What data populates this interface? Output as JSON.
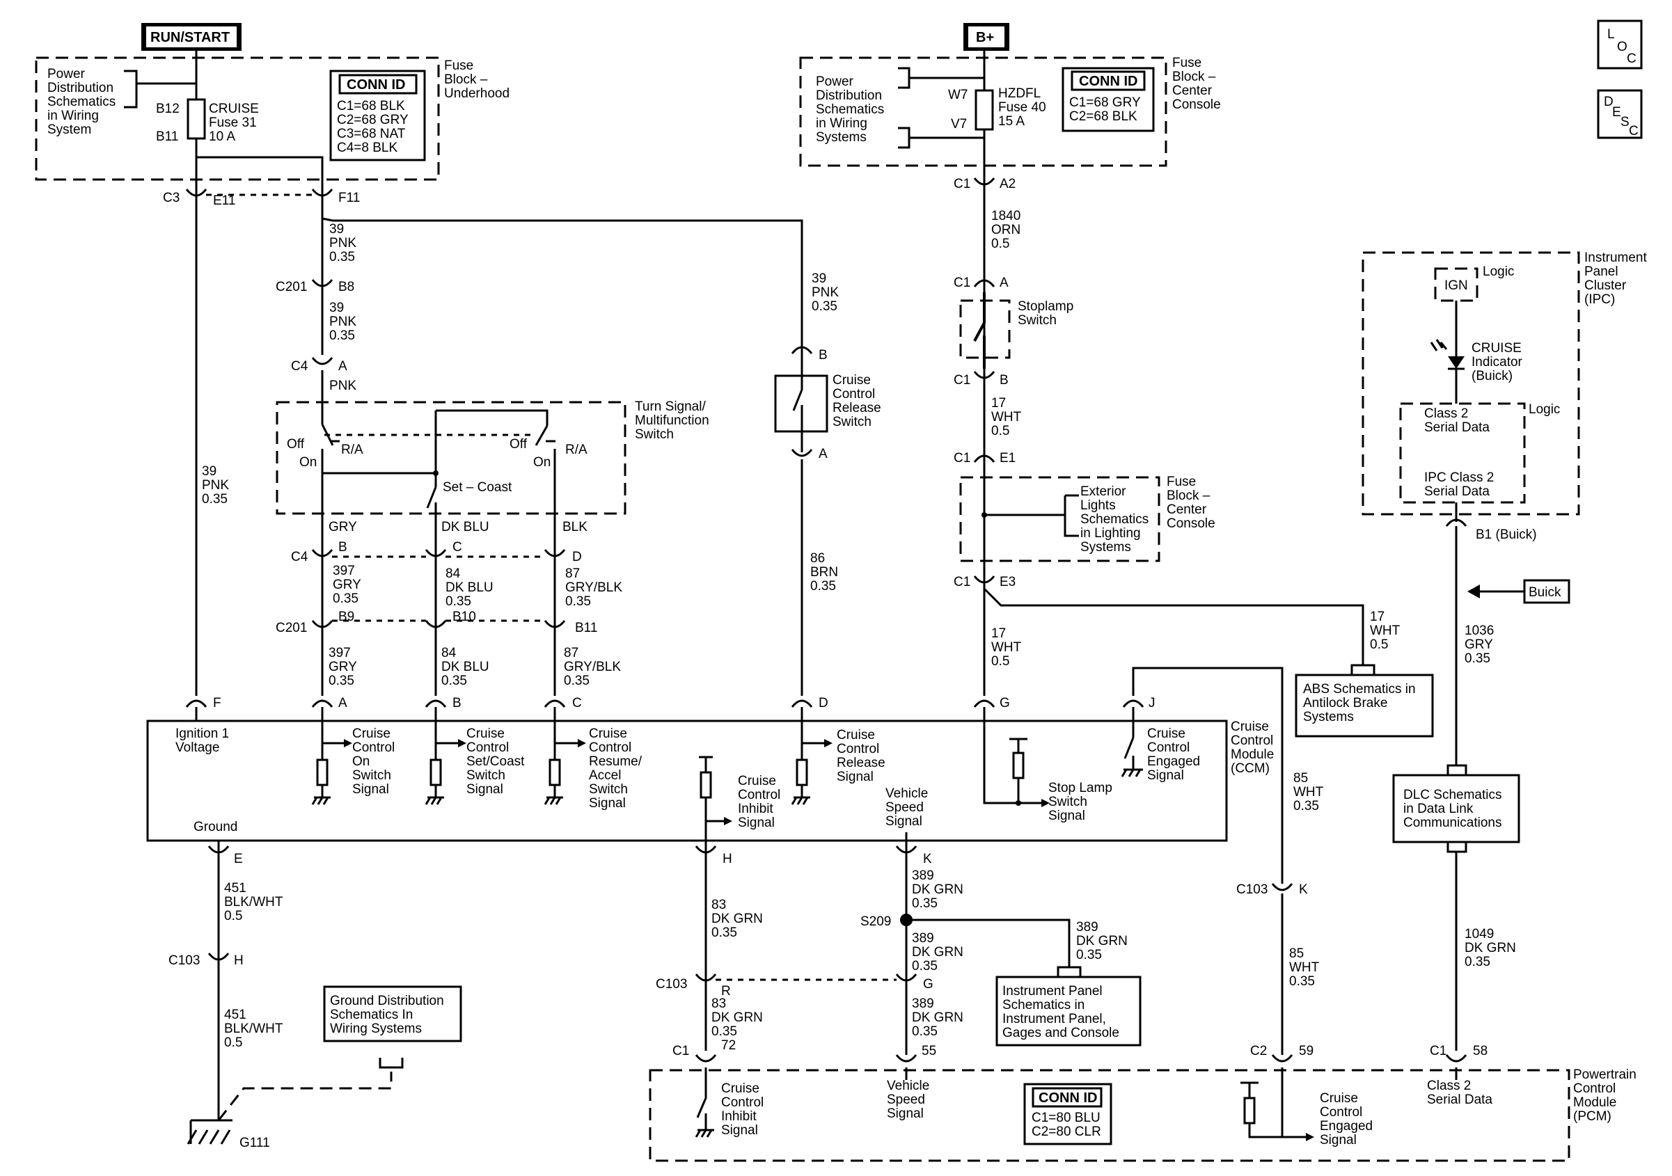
{
  "side_boxes": {
    "loc": [
      "L",
      "O",
      "C"
    ],
    "desc": [
      "D",
      "E",
      "S",
      "C"
    ]
  },
  "power": {
    "run_start": "RUN/START",
    "bplus": "B+"
  },
  "fuse_block_underhood": {
    "title": [
      "Fuse",
      "Block –",
      "Underhood"
    ],
    "power_dist": [
      "Power",
      "Distribution",
      "Schematics",
      "in Wiring",
      "System"
    ],
    "fuse_labels": [
      "CRUISE",
      "Fuse 31",
      "10 A"
    ],
    "pin_top": "B12",
    "pin_bottom": "B11",
    "conn_id_title": "CONN ID",
    "conn_id": [
      "C1=68 BLK",
      "C2=68 GRY",
      "C3=68 NAT",
      "C4=8 BLK"
    ]
  },
  "fuse_block_center": {
    "title": [
      "Fuse",
      "Block –",
      "Center",
      "Console"
    ],
    "power_dist": [
      "Power",
      "Distribution",
      "Schematics",
      "in Wiring",
      "Systems"
    ],
    "fuse_labels": [
      "HZDFL",
      "Fuse 40",
      "15 A"
    ],
    "pin_top": "W7",
    "pin_bottom": "V7",
    "conn_id_title": "CONN ID",
    "conn_id": [
      "C1=68 GRY",
      "C2=68 BLK"
    ]
  },
  "connectors": {
    "c3": "C3",
    "e11": "E11",
    "f11": "F11",
    "c201_b8": [
      "C201",
      "B8"
    ],
    "c4_a": [
      "C4",
      "A"
    ],
    "c1_a2": [
      "C1",
      "A2"
    ],
    "c1_a": [
      "C1",
      "A"
    ],
    "c1_b": [
      "C1",
      "B"
    ],
    "c1_e1": [
      "C1",
      "E1"
    ],
    "c1_e3": [
      "C1",
      "E3"
    ],
    "c4_row": [
      "C4",
      "B",
      "C",
      "D"
    ],
    "c201_row": [
      "C201",
      "B9",
      "B10",
      "B11"
    ],
    "ccm_pins": [
      "F",
      "A",
      "B",
      "C",
      "D",
      "G",
      "J"
    ],
    "release_pins": [
      "B",
      "A"
    ],
    "ccm_bottom_pins": [
      "E",
      "H",
      "K"
    ],
    "c103_h": [
      "C103",
      "H"
    ],
    "c103_r": [
      "C103",
      "R"
    ],
    "c103_g": "G",
    "c103_k": [
      "C103",
      "K"
    ],
    "c1_72": [
      "C1",
      "72"
    ],
    "p55": "55",
    "c2_59": [
      "C2",
      "59"
    ],
    "c1_58": [
      "C1",
      "58"
    ],
    "b1_buick": "B1 (Buick)",
    "s209": "S209",
    "g111": "G111"
  },
  "wires": {
    "w39_pnk_035_a": [
      "39",
      "PNK",
      "0.35"
    ],
    "w39_pnk_035_b": [
      "39",
      "PNK",
      "0.35"
    ],
    "w39_pnk_035_c": [
      "39",
      "PNK",
      "0.35"
    ],
    "w39_pnk_035_d": [
      "39",
      "PNK",
      "0.35"
    ],
    "pnk": "PNK",
    "w1840": [
      "1840",
      "ORN",
      "0.5"
    ],
    "w17_a": [
      "17",
      "WHT",
      "0.5"
    ],
    "w17_b": [
      "17",
      "WHT",
      "0.5"
    ],
    "w17_c": [
      "17",
      "WHT",
      "0.5"
    ],
    "gry": "GRY",
    "dkblu": "DK BLU",
    "blk": "BLK",
    "w397_a": [
      "397",
      "GRY",
      "0.35"
    ],
    "w84_a": [
      "84",
      "DK BLU",
      "0.35"
    ],
    "w87_a": [
      "87",
      "GRY/BLK",
      "0.35"
    ],
    "w397_b": [
      "397",
      "GRY",
      "0.35"
    ],
    "w84_b": [
      "84",
      "DK BLU",
      "0.35"
    ],
    "w87_b": [
      "87",
      "GRY/BLK",
      "0.35"
    ],
    "w86": [
      "86",
      "BRN",
      "0.35"
    ],
    "w85_a": [
      "85",
      "WHT",
      "0.35"
    ],
    "w85_b": [
      "85",
      "WHT",
      "0.35"
    ],
    "w1036": [
      "1036",
      "GRY",
      "0.35"
    ],
    "w1049": [
      "1049",
      "DK GRN",
      "0.35"
    ],
    "w451_a": [
      "451",
      "BLK/WHT",
      "0.5"
    ],
    "w451_b": [
      "451",
      "BLK/WHT",
      "0.5"
    ],
    "w83_a": [
      "83",
      "DK GRN",
      "0.35"
    ],
    "w83_b": [
      "83",
      "DK GRN",
      "0.35"
    ],
    "w389_a": [
      "389",
      "DK GRN",
      "0.35"
    ],
    "w389_b": [
      "389",
      "DK GRN",
      "0.35"
    ],
    "w389_c": [
      "389",
      "DK GRN",
      "0.35"
    ],
    "w389_d": [
      "389",
      "DK GRN",
      "0.35"
    ]
  },
  "turn_signal": {
    "title": [
      "Turn Signal/",
      "Multifunction",
      "Switch"
    ],
    "off1": "Off",
    "on1": "On",
    "ra1": "R/A",
    "off2": "Off",
    "on2": "On",
    "ra2": "R/A",
    "set_coast": "Set – Coast"
  },
  "release_switch": [
    "Cruise",
    "Control",
    "Release",
    "Switch"
  ],
  "stoplamp_switch": [
    "Stoplamp",
    "Switch"
  ],
  "exterior_lights": [
    "Exterior",
    "Lights",
    "Schematics",
    "in Lighting",
    "Systems"
  ],
  "abs": [
    "ABS Schematics in",
    "Antilock Brake",
    "Systems"
  ],
  "ipc": {
    "title": [
      "Instrument",
      "Panel",
      "Cluster",
      "(IPC)"
    ],
    "ign": "IGN",
    "logic1": "Logic",
    "indicator": [
      "CRUISE",
      "Indicator",
      "(Buick)"
    ],
    "logic2": "Logic",
    "class2": [
      "Class 2",
      "Serial Data"
    ],
    "ipc_class2": [
      "IPC Class 2",
      "Serial Data"
    ]
  },
  "buick_arrow": "Buick",
  "dlc": [
    "DLC Schematics",
    "in Data Link",
    "Communications"
  ],
  "ccm": {
    "title": [
      "Cruise",
      "Control",
      "Module",
      "(CCM)"
    ],
    "ign_voltage": [
      "Ignition 1",
      "Voltage"
    ],
    "ground": "Ground",
    "on_switch": [
      "Cruise",
      "Control",
      "On",
      "Switch",
      "Signal"
    ],
    "set_coast": [
      "Cruise",
      "Control",
      "Set/Coast",
      "Switch",
      "Signal"
    ],
    "resume": [
      "Cruise",
      "Control",
      "Resume/",
      "Accel",
      "Switch",
      "Signal"
    ],
    "release": [
      "Cruise",
      "Control",
      "Release",
      "Signal"
    ],
    "inhibit": [
      "Cruise",
      "Control",
      "Inhibit",
      "Signal"
    ],
    "vss": [
      "Vehicle",
      "Speed",
      "Signal"
    ],
    "stoplamp": [
      "Stop Lamp",
      "Switch",
      "Signal"
    ],
    "engaged": [
      "Cruise",
      "Control",
      "Engaged",
      "Signal"
    ]
  },
  "ground_dist": [
    "Ground Distribution",
    "Schematics In",
    "Wiring Systems"
  ],
  "instrument_panel": [
    "Instrument Panel",
    "Schematics in",
    "Instrument Panel,",
    "Gages and Console"
  ],
  "pcm": {
    "title": [
      "Powertrain",
      "Control",
      "Module",
      "(PCM)"
    ],
    "inhibit": [
      "Cruise",
      "Control",
      "Inhibit",
      "Signal"
    ],
    "vss": [
      "Vehicle",
      "Speed",
      "Signal"
    ],
    "engaged": [
      "Cruise",
      "Control",
      "Engaged",
      "Signal"
    ],
    "class2": [
      "Class 2",
      "Serial Data"
    ],
    "conn_id_title": "CONN ID",
    "conn_id": [
      "C1=80 BLU",
      "C2=80 CLR"
    ]
  }
}
